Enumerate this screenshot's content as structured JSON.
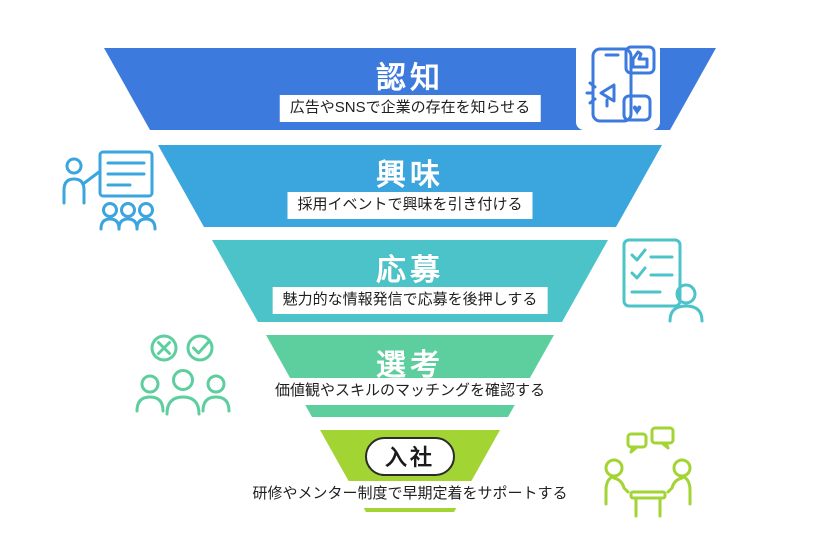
{
  "funnel": {
    "stages": [
      {
        "title": "認知",
        "description": "広告やSNSで企業の存在を知らせる",
        "color": "#3d7add"
      },
      {
        "title": "興味",
        "description": "採用イベントで興味を引き付ける",
        "color": "#3ba5de"
      },
      {
        "title": "応募",
        "description": "魅力的な情報発信で応募を後押しする",
        "color": "#4cc3c9"
      },
      {
        "title": "選考",
        "description": "価値観やスキルのマッチングを確認する",
        "color": "#5dcf9e"
      },
      {
        "title": "入社",
        "description": "研修やメンター制度で早期定着をサポートする",
        "color": "#a2d433"
      }
    ],
    "icons": [
      {
        "name": "sns-promotion-icon",
        "color": "#3d7add"
      },
      {
        "name": "presentation-icon",
        "color": "#3ba5de"
      },
      {
        "name": "checklist-icon",
        "color": "#4cc3c9"
      },
      {
        "name": "candidate-screening-icon",
        "color": "#5dcf9e"
      },
      {
        "name": "interview-icon",
        "color": "#a2d433"
      }
    ],
    "heart_glyph": "♥"
  }
}
